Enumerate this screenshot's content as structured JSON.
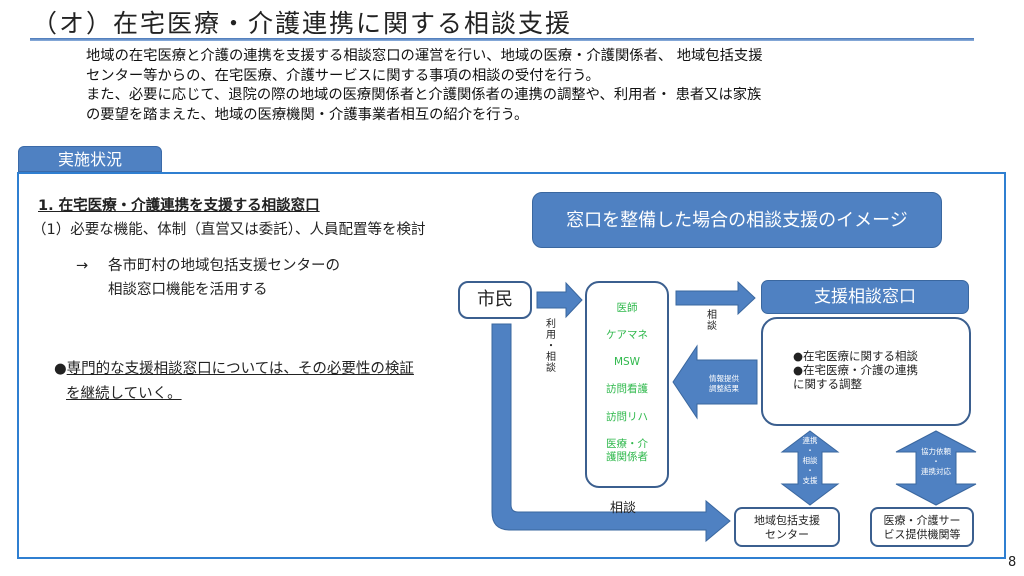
{
  "title": "（オ）在宅医療・介護連携に関する相談支援",
  "intro": {
    "lines": [
      "地域の在宅医療と介護の連携を支援する相談窓口の運営を行い、地域の医療・介護関係者、 地域包括支援",
      "センター等からの、在宅医療、介護サービスに関する事項の相談の受付を行う。",
      "また、必要に応じて、退院の際の地域の医療関係者と介護関係者の連携の調整や、利用者・ 患者又は家族",
      "の要望を踏まえた、地域の医療機関・介護事業者相互の紹介を行う。"
    ]
  },
  "status_tab": "実施状況",
  "section": {
    "heading": "1. 在宅医療・介護連携を支援する相談窓口",
    "sub1": "（1）必要な機能、体制（直営又は委託）、人員配置等を検討",
    "arrow_glyph": "→",
    "arrow_note": [
      "各市町村の地域包括支援センターの",
      "相談窓口機能を活用する"
    ],
    "bullet": "●",
    "bullet_note": [
      "専門的な支援相談窓口については、その必要性の検証",
      "を継続していく。"
    ]
  },
  "diagram": {
    "title": "窓口を整備した場合の相談支援のイメージ",
    "citizen": "市民",
    "riyo_soudan": [
      "利",
      "用",
      "・",
      "相",
      "談"
    ],
    "professionals": [
      "医師",
      "ケアマネ",
      "MSW",
      "訪問看護",
      "訪問リハ",
      "医療・介",
      "護関係者"
    ],
    "soudan_vertical": [
      "相",
      "談"
    ],
    "center_label": "支援相談窓口",
    "center_items": [
      "●在宅医療に関する相談",
      "●在宅医療・介護の連携",
      "に関する調整"
    ],
    "joho_arrow": [
      "情報提供",
      "調整結果"
    ],
    "renkei_arrow": [
      "連携",
      "・",
      "相談",
      "・",
      "支援"
    ],
    "kyoryoku_arrow": [
      "協力依頼",
      "・",
      "連携対応"
    ],
    "soudan_bottom": "相談",
    "chiiki_center": [
      "地域包括支援",
      "センター"
    ],
    "service_org": [
      "医療・介護サー",
      "ビス提供機関等"
    ],
    "colors": {
      "accent": "#4f81c2",
      "green_text": "#2eb84b",
      "frame": "#2f7fd1"
    }
  },
  "page_number": "8"
}
